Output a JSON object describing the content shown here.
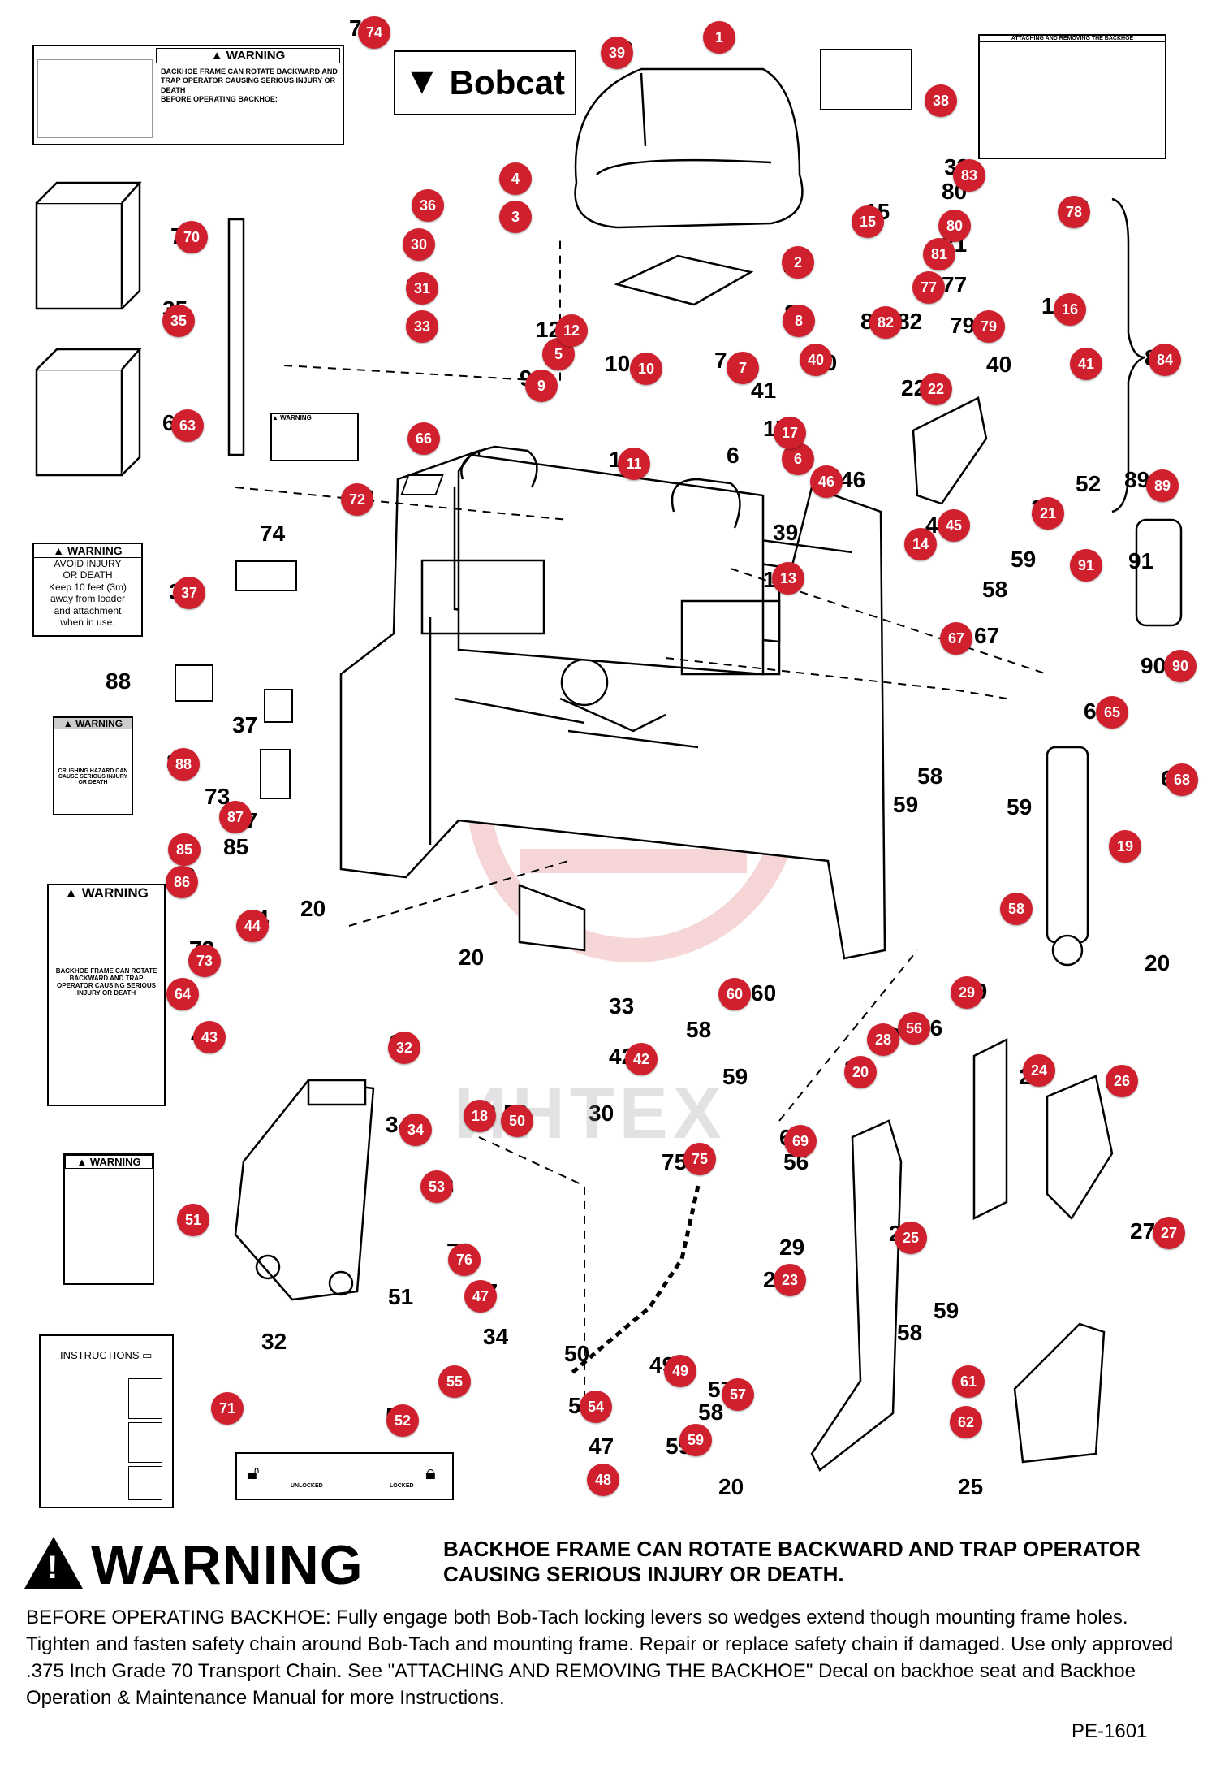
{
  "decals": {
    "d74": {
      "header": "WARNING",
      "line1": "BACKHOE FRAME CAN ROTATE BACKWARD AND TRAP OPERATOR CAUSING SERIOUS INJURY OR DEATH",
      "line2": "BEFORE OPERATING BACKHOE:"
    },
    "bobcat": "Bobcat",
    "d37": {
      "header": "WARNING",
      "lines": [
        "AVOID INJURY",
        "OR DEATH",
        "Keep 10 feet (3m)",
        "away from loader",
        "and attachment",
        "when in use."
      ]
    },
    "d88": {
      "header": "WARNING",
      "caption": "CRUSHING HAZARD CAN CAUSE SERIOUS INJURY OR DEATH"
    },
    "d73": {
      "header": "WARNING",
      "caption": "BACKHOE FRAME CAN ROTATE BACKWARD AND TRAP OPERATOR CAUSING SERIOUS INJURY OR DEATH"
    },
    "d51": {
      "header": "WARNING"
    },
    "d66": {
      "header": "WARNING"
    },
    "d71": {
      "header": "INSTRUCTIONS"
    },
    "d52": {
      "left": "UNLOCKED",
      "right": "LOCKED"
    },
    "d38": {
      "header": "ATTACHING AND REMOVING THE BACKHOE"
    }
  },
  "callouts": [
    {
      "n": "1",
      "label": "1"
    },
    {
      "n": "2",
      "label": "2"
    },
    {
      "n": "3",
      "label": "3"
    },
    {
      "n": "4",
      "label": "4"
    },
    {
      "n": "5",
      "label": "5"
    },
    {
      "n": "6",
      "label": "6"
    },
    {
      "n": "7",
      "label": "7"
    },
    {
      "n": "8",
      "label": "8"
    },
    {
      "n": "9",
      "label": "9"
    },
    {
      "n": "10",
      "label": "10"
    },
    {
      "n": "11",
      "label": "11"
    },
    {
      "n": "12",
      "label": "12"
    },
    {
      "n": "13",
      "label": "13"
    },
    {
      "n": "14",
      "label": "14"
    },
    {
      "n": "15",
      "label": "15"
    },
    {
      "n": "16",
      "label": "16"
    },
    {
      "n": "17",
      "label": "17"
    },
    {
      "n": "18",
      "label": "18"
    },
    {
      "n": "19",
      "label": "19"
    },
    {
      "n": "20",
      "label": "20"
    },
    {
      "n": "21",
      "label": "21"
    },
    {
      "n": "22",
      "label": "22"
    },
    {
      "n": "23",
      "label": "23"
    },
    {
      "n": "24",
      "label": "24"
    },
    {
      "n": "25",
      "label": "25"
    },
    {
      "n": "26",
      "label": "26"
    },
    {
      "n": "27",
      "label": "27"
    },
    {
      "n": "28",
      "label": "28"
    },
    {
      "n": "29",
      "label": "29"
    },
    {
      "n": "30",
      "label": "30"
    },
    {
      "n": "31",
      "label": "31"
    },
    {
      "n": "32",
      "label": "32"
    },
    {
      "n": "33",
      "label": "33"
    },
    {
      "n": "34",
      "label": "34"
    },
    {
      "n": "35",
      "label": "35"
    },
    {
      "n": "36",
      "label": "36"
    },
    {
      "n": "37",
      "label": "37"
    },
    {
      "n": "38",
      "label": "38"
    },
    {
      "n": "39",
      "label": "39"
    },
    {
      "n": "40",
      "label": "40"
    },
    {
      "n": "41",
      "label": "41"
    },
    {
      "n": "42",
      "label": "42"
    },
    {
      "n": "43",
      "label": "43"
    },
    {
      "n": "44",
      "label": "44"
    },
    {
      "n": "45",
      "label": "45"
    },
    {
      "n": "46",
      "label": "46"
    },
    {
      "n": "47",
      "label": "47"
    },
    {
      "n": "48",
      "label": "48"
    },
    {
      "n": "49",
      "label": "49"
    },
    {
      "n": "50",
      "label": "50"
    },
    {
      "n": "51",
      "label": "51"
    },
    {
      "n": "52",
      "label": "52"
    },
    {
      "n": "53",
      "label": "53"
    },
    {
      "n": "54",
      "label": "54"
    },
    {
      "n": "55",
      "label": "55"
    },
    {
      "n": "56",
      "label": "56"
    },
    {
      "n": "57",
      "label": "57"
    },
    {
      "n": "58",
      "label": "58"
    },
    {
      "n": "59",
      "label": "59"
    },
    {
      "n": "60",
      "label": "60"
    },
    {
      "n": "61",
      "label": "61"
    },
    {
      "n": "62",
      "label": "62"
    },
    {
      "n": "63",
      "label": "63"
    },
    {
      "n": "64",
      "label": "64"
    },
    {
      "n": "65",
      "label": "65"
    },
    {
      "n": "66",
      "label": "66"
    },
    {
      "n": "67",
      "label": "67"
    },
    {
      "n": "68",
      "label": "68"
    },
    {
      "n": "69",
      "label": "69"
    },
    {
      "n": "70",
      "label": "70"
    },
    {
      "n": "71",
      "label": "71"
    },
    {
      "n": "72",
      "label": "72"
    },
    {
      "n": "73",
      "label": "73"
    },
    {
      "n": "74",
      "label": "74"
    },
    {
      "n": "75",
      "label": "75"
    },
    {
      "n": "76",
      "label": "76"
    },
    {
      "n": "77",
      "label": "77"
    },
    {
      "n": "78",
      "label": "78"
    },
    {
      "n": "79",
      "label": "79"
    },
    {
      "n": "80",
      "label": "80"
    },
    {
      "n": "81",
      "label": "81"
    },
    {
      "n": "82",
      "label": "82"
    },
    {
      "n": "83",
      "label": "83"
    },
    {
      "n": "84",
      "label": "84"
    },
    {
      "n": "85",
      "label": "85"
    },
    {
      "n": "86",
      "label": "86"
    },
    {
      "n": "87",
      "label": "87"
    },
    {
      "n": "88",
      "label": "88"
    },
    {
      "n": "89",
      "label": "89"
    },
    {
      "n": "90",
      "label": "90"
    },
    {
      "n": "91",
      "label": "91"
    }
  ],
  "watermark": "ИНТЕХ",
  "warning": {
    "word": "WARNING",
    "headline": "BACKHOE FRAME CAN ROTATE BACKWARD AND TRAP OPERATOR CAUSING SERIOUS INJURY OR DEATH.",
    "body": "BEFORE OPERATING BACKHOE:  Fully engage both Bob-Tach locking levers so wedges extend though mounting frame holes.  Tighten and fasten safety chain around Bob-Tach and mounting frame. Repair or replace safety chain if damaged. Use only approved .375 Inch Grade 70 Transport Chain. See \"ATTACHING AND REMOVING THE BACKHOE\" Decal on backhoe seat and Backhoe Operation & Maintenance Manual for more Instructions."
  },
  "page_code": "PE-1601",
  "colors": {
    "callout": "#d0202e",
    "watermark_logo": "#f2c4c4"
  }
}
